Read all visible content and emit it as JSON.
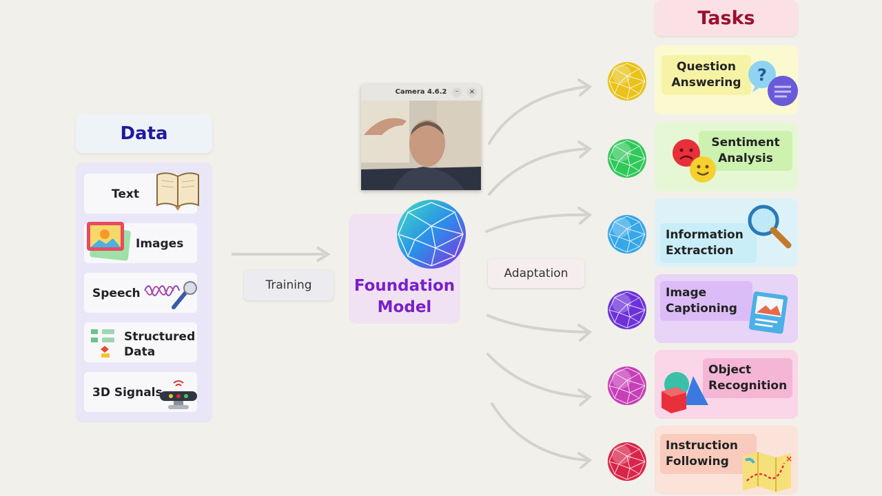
{
  "data": {
    "title": "Data",
    "items": [
      "Text",
      "Images",
      "Speech",
      "Structured Data",
      "3D Signals"
    ]
  },
  "training_label": "Training",
  "adaptation_label": "Adaptation",
  "foundation_model": {
    "line1": "Foundation",
    "line2": "Model"
  },
  "camera": {
    "title": "Camera 4.6.2",
    "minimize": "–",
    "close": "×"
  },
  "tasks": {
    "title": "Tasks",
    "items": [
      {
        "line1": "Question",
        "line2": "Answering",
        "color": "#fbf9cf",
        "tag": "#f7f3a6",
        "sphere": "#e9c21a"
      },
      {
        "line1": "Sentiment",
        "line2": "Analysis",
        "color": "#e6f7d5",
        "tag": "#cdf2b0",
        "sphere": "#31c85b"
      },
      {
        "line1": "Information",
        "line2": "Extraction",
        "color": "#ddf2f8",
        "tag": "#c9eef8",
        "sphere": "#37a7e8"
      },
      {
        "line1": "Image",
        "line2": "Captioning",
        "color": "#e8d4f6",
        "tag": "#dcbcf6",
        "sphere": "#6c32d8"
      },
      {
        "line1": "Object",
        "line2": "Recognition",
        "color": "#fad6e8",
        "tag": "#f5b6d5",
        "sphere": "#c640b7"
      },
      {
        "line1": "Instruction",
        "line2": "Following",
        "color": "#fbe3d9",
        "tag": "#f8cbbd",
        "sphere": "#d8264a"
      }
    ]
  }
}
